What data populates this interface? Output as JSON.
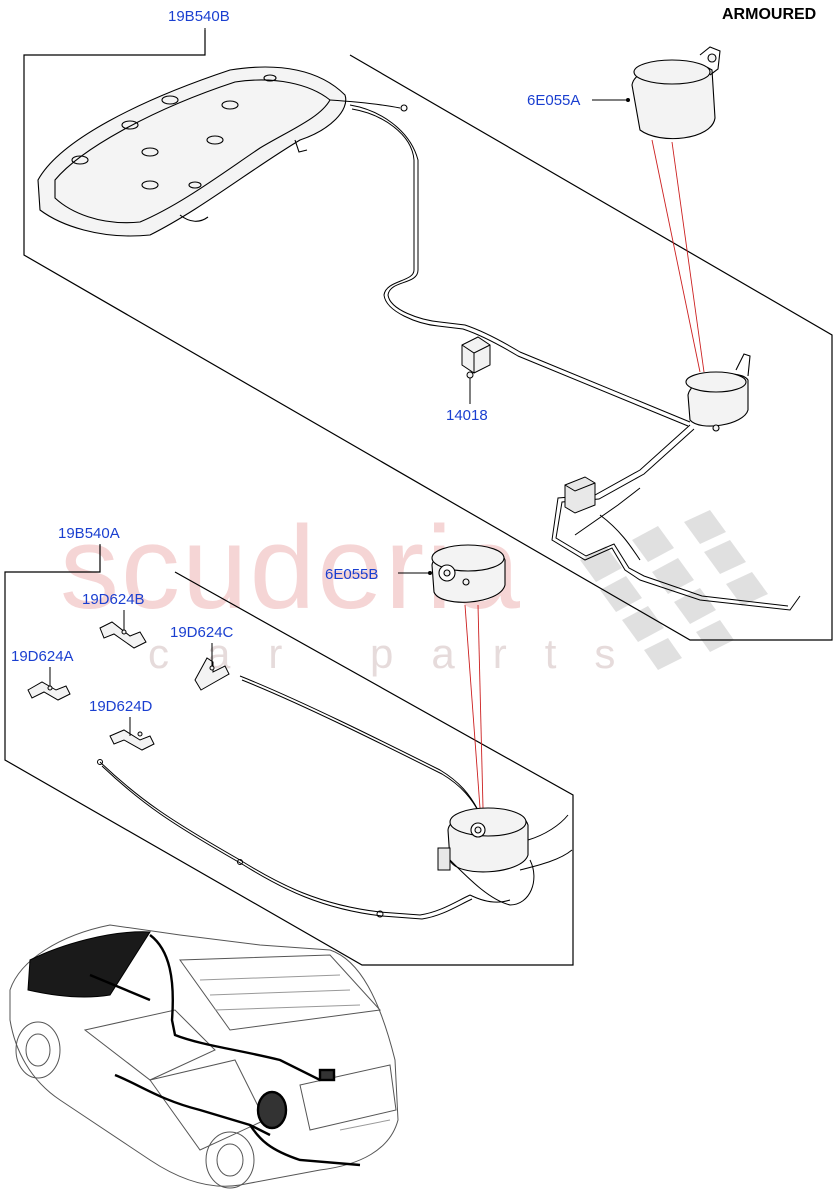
{
  "header": {
    "variant": "ARMOURED"
  },
  "watermark": {
    "brand": "scuderia",
    "sub": "car parts"
  },
  "colors": {
    "callout": "#1a3fd0",
    "leader": "#cc2020",
    "watermark": "#f2c7c7"
  },
  "callouts": {
    "c19B540B": "19B540B",
    "c6E055A": "6E055A",
    "c14018": "14018",
    "c19B540A": "19B540A",
    "c6E055B": "6E055B",
    "c19D624B": "19D624B",
    "c19D624C": "19D624C",
    "c19D624A": "19D624A",
    "c19D624D": "19D624D"
  }
}
